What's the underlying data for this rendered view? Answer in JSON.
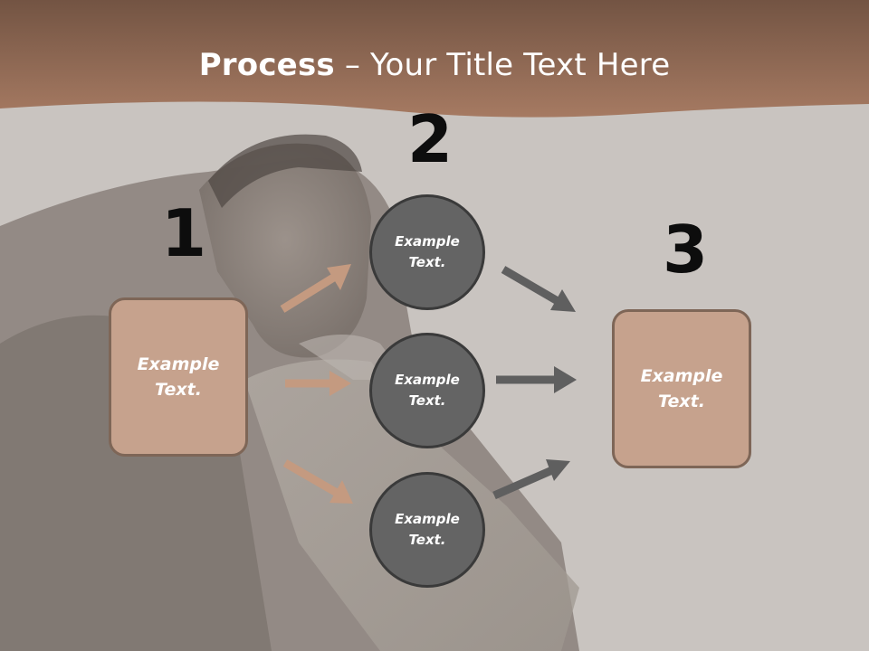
{
  "header": {
    "title_bold": "Process",
    "title_rest": " – Your Title Text Here"
  },
  "steps": {
    "num1": "1",
    "num2": "2",
    "num3": "3"
  },
  "left_box": {
    "label": "Example Text."
  },
  "circles": [
    {
      "label": "Example Text."
    },
    {
      "label": "Example Text."
    },
    {
      "label": "Example Text."
    }
  ],
  "right_box": {
    "label": "Example Text."
  },
  "colors": {
    "header_band": "#9b6a52",
    "background": "#c8c3bf",
    "box_fill": "#c6a28d",
    "box_border": "#7e6657",
    "circle_fill": "#646464",
    "circle_border": "#3a3a3a",
    "arrow_tan": "#c49a80",
    "arrow_gray": "#5f5f5f"
  }
}
